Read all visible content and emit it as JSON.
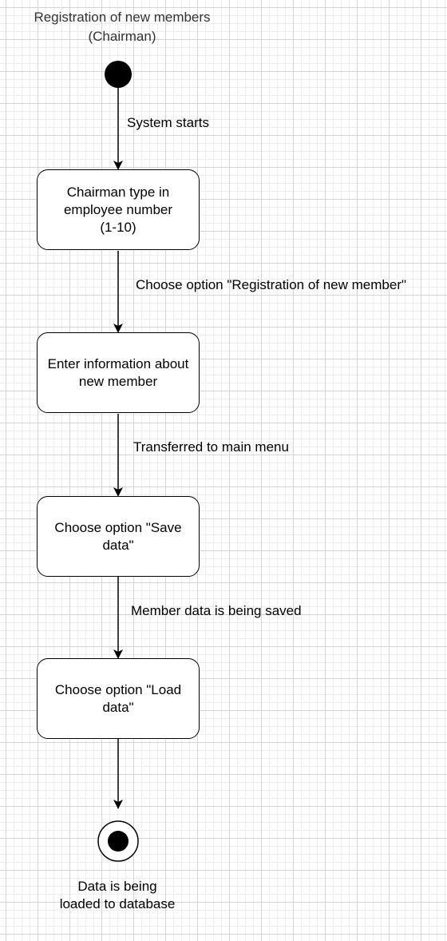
{
  "diagram": {
    "title": "Registration of new members\n(Chairman)",
    "states": [
      {
        "label": "Chairman type in\nemployee number\n(1-10)"
      },
      {
        "label": "Enter information about\nnew member"
      },
      {
        "label": "Choose option \"Save\ndata\""
      },
      {
        "label": "Choose option \"Load\ndata\""
      }
    ],
    "transitions": [
      {
        "label": "System starts"
      },
      {
        "label": "Choose option \"Registration of new member\""
      },
      {
        "label": "Transferred to main menu"
      },
      {
        "label": "Member data is being saved"
      }
    ],
    "final_label": "Data is being\nloaded to database"
  }
}
